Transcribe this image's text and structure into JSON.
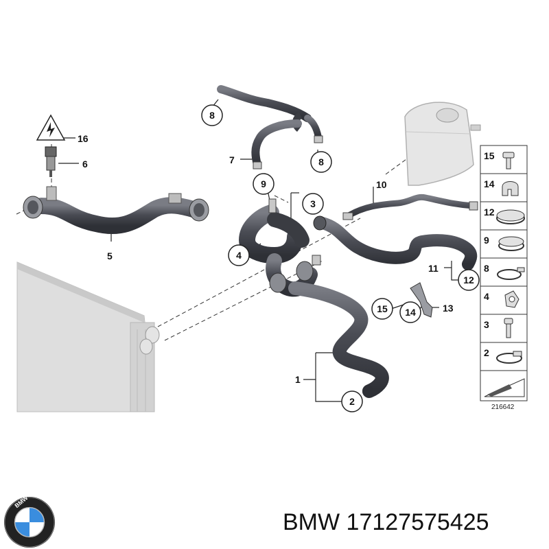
{
  "callouts": {
    "c16": "16",
    "c6": "6",
    "c5": "5",
    "c8a": "8",
    "c8b": "8",
    "c7": "7",
    "c9": "9",
    "c3": "3",
    "c4": "4",
    "c10": "10",
    "c11": "11",
    "c12": "12",
    "c15": "15",
    "c14": "14",
    "c13": "13",
    "c1": "1",
    "c2": "2"
  },
  "legend": [
    "15",
    "14",
    "12",
    "9",
    "8",
    "4",
    "3",
    "2"
  ],
  "diagram_number": "216642",
  "footer": {
    "brand": "BMW",
    "part_number": "17127575425",
    "logo_letters": "BMW"
  },
  "colors": {
    "hose": "#4a4c54",
    "hose_highlight": "#8a8c94",
    "radiator": "#dcdcdc",
    "tank": "#e6e6e6",
    "bmw_blue": "#3a8dde"
  }
}
